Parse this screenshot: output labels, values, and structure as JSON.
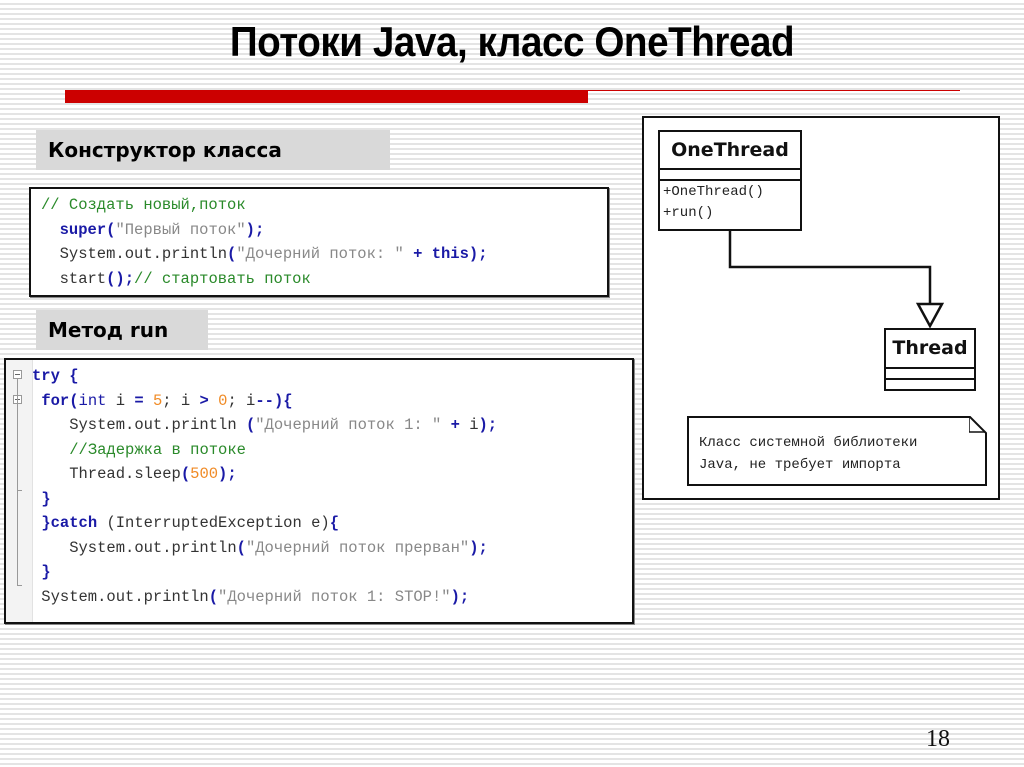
{
  "slide": {
    "title": "Потоки Java, класс OneThread",
    "page_number": "18",
    "accent_color": "#cc0000"
  },
  "constructor_section": {
    "label": "Конструктор класса",
    "code_lines": [
      [
        {
          "t": "// Создать новый,поток",
          "c": "cm"
        }
      ],
      [
        {
          "t": "  "
        },
        {
          "t": "super",
          "c": "kw"
        },
        {
          "t": "(",
          "c": "pn"
        },
        {
          "t": "\"Первый поток\"",
          "c": "str"
        },
        {
          "t": ");",
          "c": "pn"
        }
      ],
      [
        {
          "t": "  System.out.println"
        },
        {
          "t": "(",
          "c": "pn"
        },
        {
          "t": "\"Дочерний поток: \"",
          "c": "str"
        },
        {
          "t": " + ",
          "c": "pn"
        },
        {
          "t": "this",
          "c": "kw"
        },
        {
          "t": ");",
          "c": "pn"
        }
      ],
      [
        {
          "t": "  start"
        },
        {
          "t": "();",
          "c": "pn"
        },
        {
          "t": "// стартовать поток",
          "c": "cm"
        }
      ]
    ]
  },
  "run_section": {
    "label": "Метод run",
    "code_lines": [
      [
        {
          "t": "try",
          "c": "kw"
        },
        {
          "t": " {",
          "c": "pn"
        }
      ],
      [
        {
          "t": " "
        },
        {
          "t": "for",
          "c": "kw"
        },
        {
          "t": "(",
          "c": "pn"
        },
        {
          "t": "int",
          "c": "ty"
        },
        {
          "t": " i "
        },
        {
          "t": "=",
          "c": "pn"
        },
        {
          "t": " "
        },
        {
          "t": "5",
          "c": "num"
        },
        {
          "t": "; i "
        },
        {
          "t": ">",
          "c": "pn"
        },
        {
          "t": " "
        },
        {
          "t": "0",
          "c": "num"
        },
        {
          "t": "; i"
        },
        {
          "t": "--){",
          "c": "pn"
        }
      ],
      [
        {
          "t": "    System.out.println "
        },
        {
          "t": "(",
          "c": "pn"
        },
        {
          "t": "\"Дочерний поток 1: \"",
          "c": "str"
        },
        {
          "t": " + ",
          "c": "pn"
        },
        {
          "t": "i"
        },
        {
          "t": ");",
          "c": "pn"
        }
      ],
      [
        {
          "t": "    "
        },
        {
          "t": "//Задержка в потоке",
          "c": "cm"
        }
      ],
      [
        {
          "t": "    Thread.sleep"
        },
        {
          "t": "(",
          "c": "pn"
        },
        {
          "t": "500",
          "c": "num"
        },
        {
          "t": ");",
          "c": "pn"
        }
      ],
      [
        {
          "t": " "
        },
        {
          "t": "}",
          "c": "pn"
        }
      ],
      [
        {
          "t": " "
        },
        {
          "t": "}",
          "c": "pn"
        },
        {
          "t": "catch",
          "c": "kw"
        },
        {
          "t": " (InterruptedException e)"
        },
        {
          "t": "{",
          "c": "pn"
        }
      ],
      [
        {
          "t": "    System.out.println"
        },
        {
          "t": "(",
          "c": "pn"
        },
        {
          "t": "\"Дочерний поток прерван\"",
          "c": "str"
        },
        {
          "t": ");",
          "c": "pn"
        }
      ],
      [
        {
          "t": " "
        },
        {
          "t": "}",
          "c": "pn"
        }
      ],
      [
        {
          "t": " System.out.println"
        },
        {
          "t": "(",
          "c": "pn"
        },
        {
          "t": "\"Дочерний поток 1: STOP!\"",
          "c": "str"
        },
        {
          "t": ");",
          "c": "pn"
        }
      ]
    ]
  },
  "uml": {
    "class_onethread": {
      "name": "OneThread",
      "operations": [
        "+OneThread()",
        "+run()"
      ]
    },
    "class_thread": {
      "name": "Thread"
    },
    "relation": "generalization",
    "note": "Класс системной библиотеки\nJava, не требует импорта"
  }
}
